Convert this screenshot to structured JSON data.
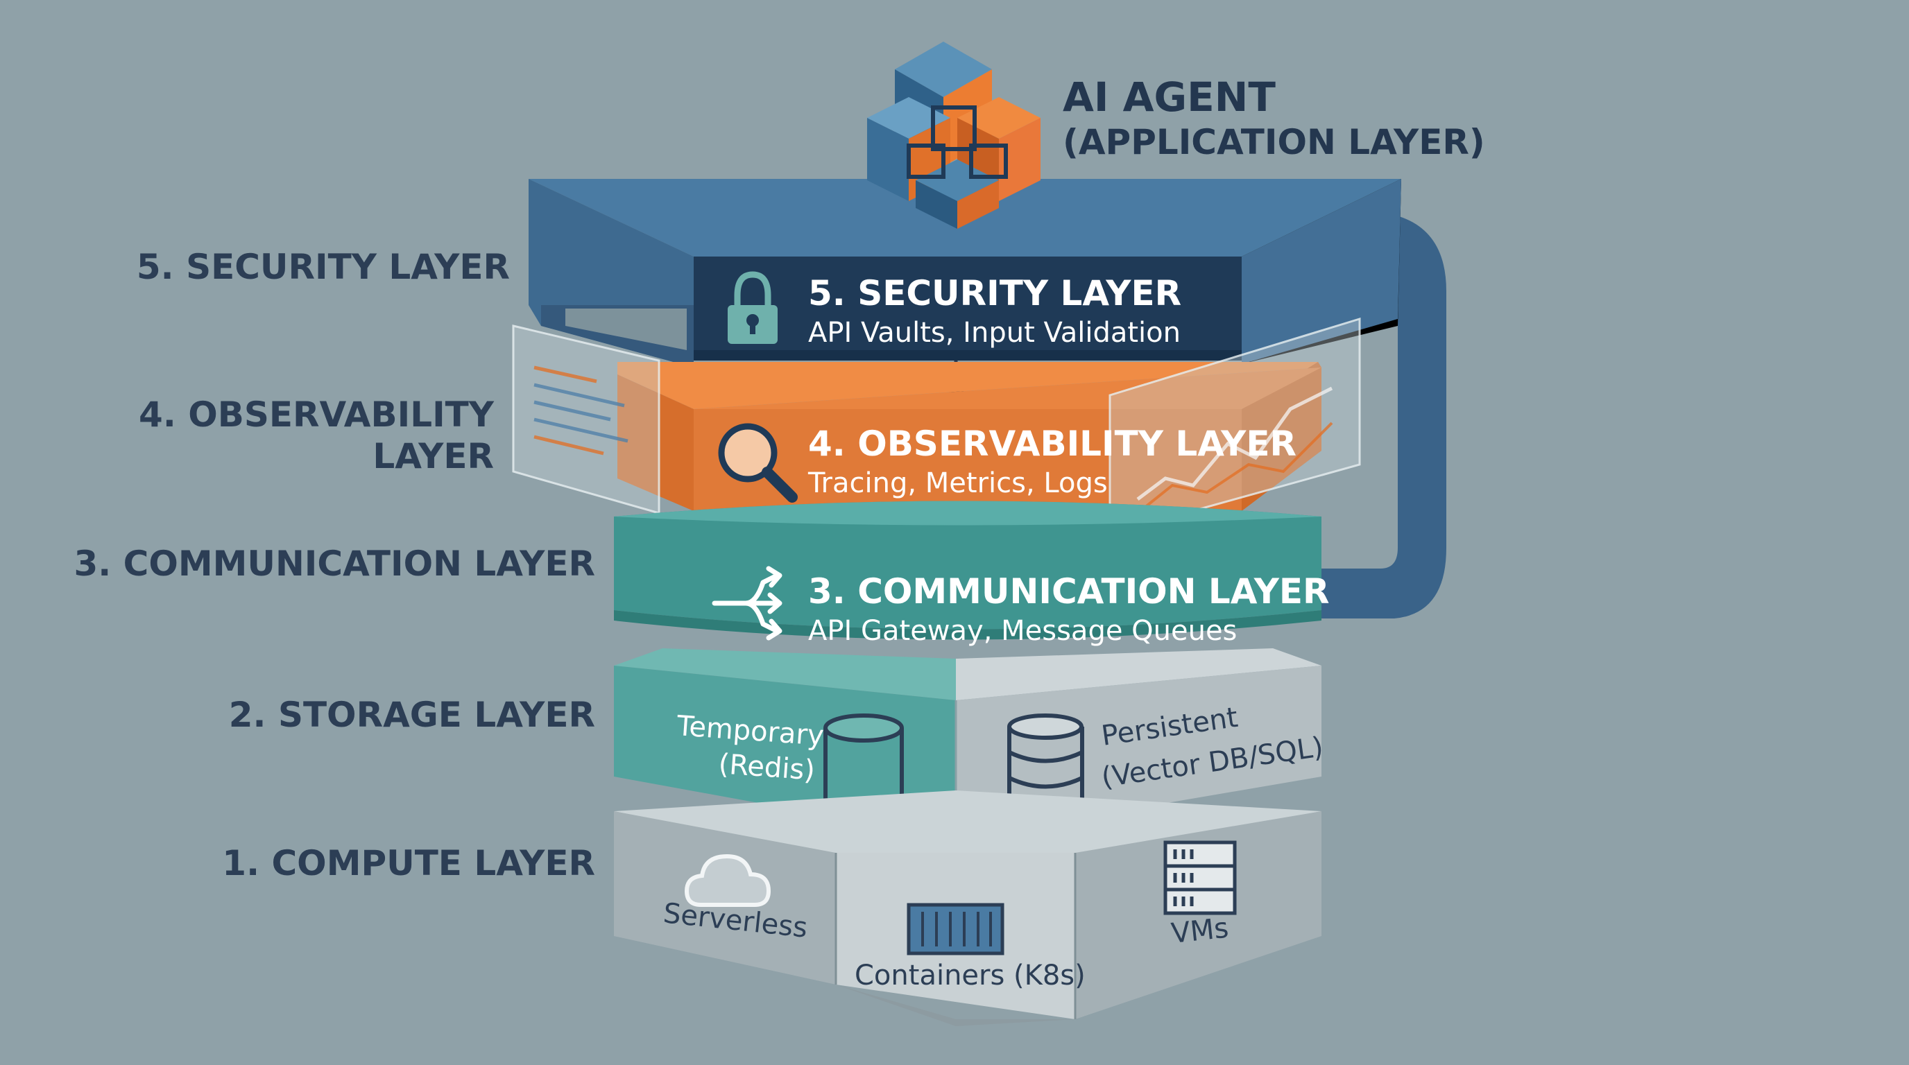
{
  "app_layer": {
    "title": "AI AGENT",
    "subtitle": "(APPLICATION LAYER)"
  },
  "layers": [
    {
      "id": "security",
      "side_label": "5. SECURITY LAYER",
      "title": "5. SECURITY LAYER",
      "subtitle": "API Vaults, Input Validation",
      "icon": "lock-icon",
      "color": "#1f3a57"
    },
    {
      "id": "observability",
      "side_label_line1": "4. OBSERVABILITY",
      "side_label_line2": "LAYER",
      "title": "4. OBSERVABILITY LAYER",
      "subtitle": "Tracing, Metrics, Logs",
      "icon": "magnifier-icon",
      "color": "#e07a38"
    },
    {
      "id": "communication",
      "side_label": "3. COMMUNICATION LAYER",
      "title": "3. COMMUNICATION LAYER",
      "subtitle": "API Gateway, Message Queues",
      "icon": "branching-arrows-icon",
      "color": "#3f9590"
    },
    {
      "id": "storage",
      "side_label": "2. STORAGE LAYER",
      "temporary_line1": "Temporary",
      "temporary_line2": "(Redis)",
      "persistent_line1": "Persistent",
      "persistent_line2": "(Vector DB/SQL)",
      "icons": [
        "cylinder-database-icon",
        "stacked-database-icon"
      ],
      "color": "#52a39e"
    },
    {
      "id": "compute",
      "side_label": "1. COMPUTE LAYER",
      "serverless": "Serverless",
      "containers": "Containers (K8s)",
      "vms": "VMs",
      "icons": [
        "cloud-icon",
        "container-icon",
        "server-rack-icon"
      ],
      "color": "#a4b0b5"
    }
  ],
  "colors": {
    "background": "#8fa1a8",
    "frame_blue": "#3f6c91",
    "security_dark": "#1f3a57",
    "observability_orange": "#e07a38",
    "communication_teal": "#3f9590",
    "storage_teal": "#52a39e",
    "storage_gray": "#b4bec2",
    "compute_gray": "#a4b0b5",
    "label_navy": "#2c3e55"
  }
}
